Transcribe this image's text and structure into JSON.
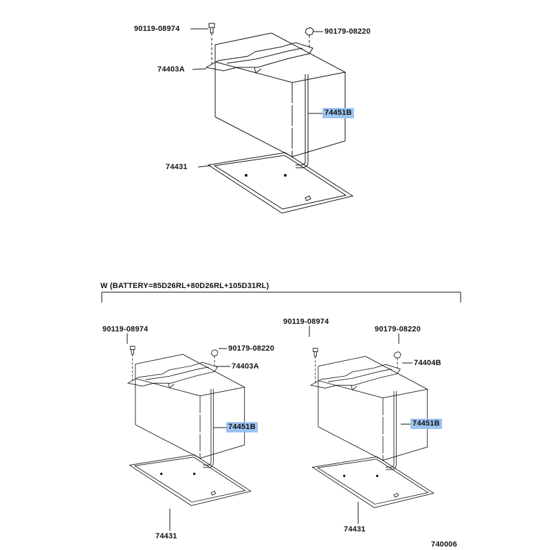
{
  "diagram": {
    "top_group": {
      "labels": {
        "bolt": "90119-08974",
        "nut": "90179-08220",
        "clamp": "74403A",
        "rod": "74451B",
        "tray": "74431"
      }
    },
    "variant_header": "W (BATTERY=85D26RL+80D26RL+105D31RL)",
    "bottom_left_group": {
      "labels": {
        "bolt": "90119-08974",
        "nut": "90179-08220",
        "clamp": "74403A",
        "rod": "74451B",
        "tray": "74431"
      }
    },
    "bottom_right_group": {
      "labels": {
        "bolt": "90119-08974",
        "nut": "90179-08220",
        "clamp": "74404B",
        "rod": "74451B",
        "tray": "74431"
      }
    },
    "figure_number": "740006",
    "highlight_color": "#9cc3f2"
  }
}
